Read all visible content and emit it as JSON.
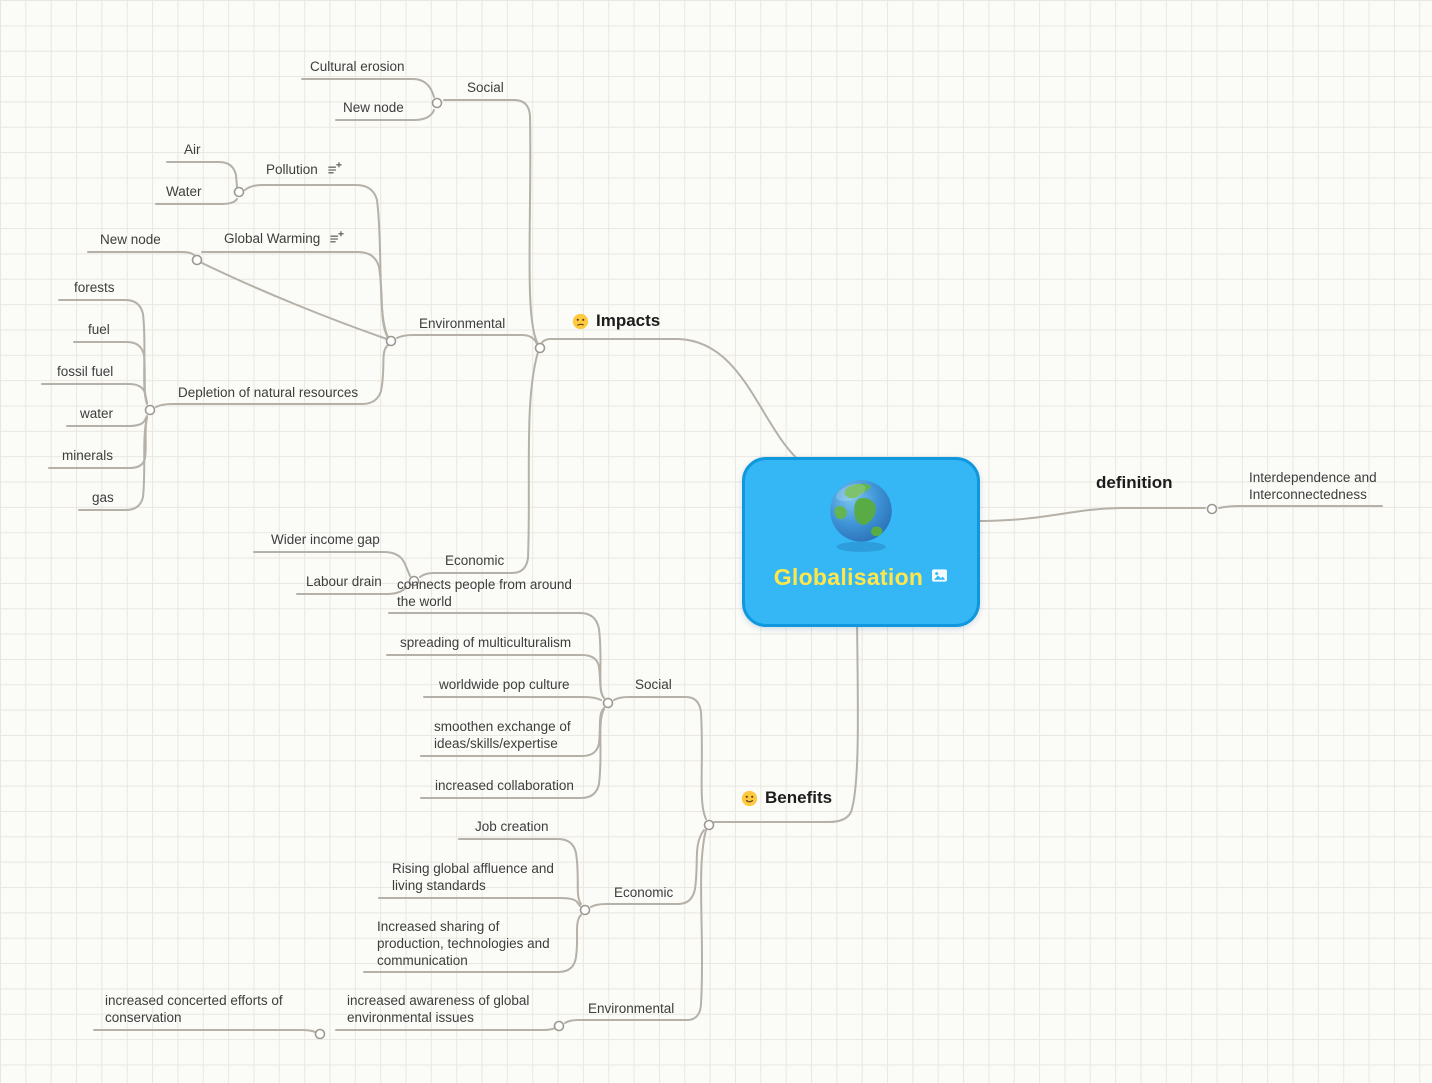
{
  "map": {
    "root": {
      "label": "Globalisation",
      "image": "globe-image",
      "icon": "image-icon"
    },
    "definition": {
      "label": "definition",
      "child": {
        "label": "Interdependence and\nInterconnectedness"
      }
    },
    "impacts": {
      "label": "Impacts",
      "icon": "confused-face-emoji",
      "social": {
        "label": "Social",
        "cultural_erosion": {
          "label": "Cultural erosion"
        },
        "new_node": {
          "label": "New node"
        }
      },
      "environmental": {
        "label": "Environmental",
        "pollution": {
          "label": "Pollution",
          "icon": "notes-plus-icon",
          "air": {
            "label": "Air"
          },
          "water": {
            "label": "Water"
          }
        },
        "global_warming": {
          "label": "Global Warming",
          "icon": "notes-plus-icon"
        },
        "new_node": {
          "label": "New node"
        },
        "depletion": {
          "label": "Depletion of natural resources",
          "forests": {
            "label": "forests"
          },
          "fuel": {
            "label": "fuel"
          },
          "fossil_fuel": {
            "label": "fossil fuel"
          },
          "water": {
            "label": "water"
          },
          "minerals": {
            "label": "minerals"
          },
          "gas": {
            "label": "gas"
          }
        }
      },
      "economic": {
        "label": "Economic",
        "wider_income_gap": {
          "label": "Wider income gap"
        },
        "labour_drain": {
          "label": "Labour drain"
        }
      }
    },
    "benefits": {
      "label": "Benefits",
      "icon": "slightly-smiling-face-emoji",
      "social": {
        "label": "Social",
        "connects_people": {
          "label": "connects people from around\nthe world"
        },
        "multiculturalism": {
          "label": "spreading of multiculturalism"
        },
        "pop_culture": {
          "label": "worldwide pop culture"
        },
        "smoothen_exchange": {
          "label": "smoothen exchange of\nideas/skills/expertise"
        },
        "collaboration": {
          "label": "increased collaboration"
        }
      },
      "economic": {
        "label": "Economic",
        "job_creation": {
          "label": "Job creation"
        },
        "affluence": {
          "label": "Rising global affluence and\nliving standards"
        },
        "increased_sharing": {
          "label": "Increased sharing of\nproduction, technologies and\ncommunication"
        }
      },
      "environmental": {
        "label": "Environmental",
        "awareness": {
          "label": "increased awareness of global\nenvironmental issues",
          "conservation": {
            "label": "increased concerted efforts of\nconservation"
          }
        }
      }
    }
  },
  "colors": {
    "background": "#fbfbf8",
    "grid_line": "#e9e7e0",
    "connector": "#b5b1a8",
    "junction_stroke": "#9d9990",
    "node_text": "#3d3d3d",
    "root_fill": "#35b6f5",
    "root_border": "#0f98de",
    "root_text": "#ffe74a"
  }
}
